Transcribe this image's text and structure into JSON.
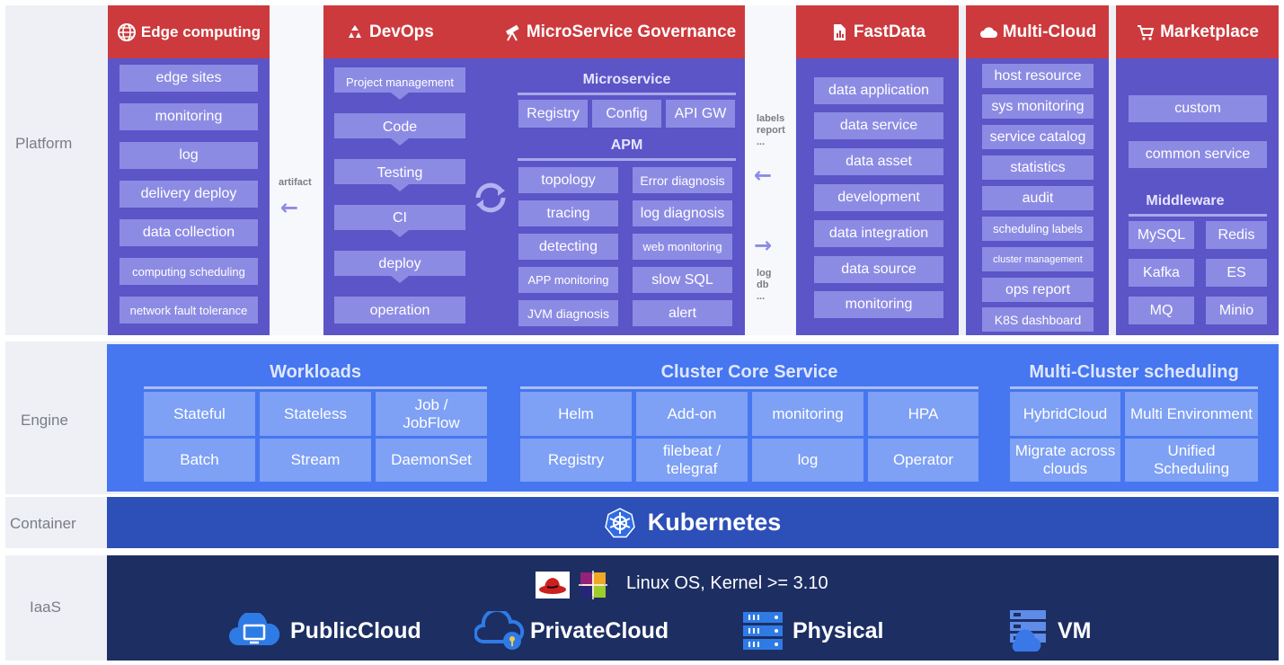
{
  "rows": {
    "platform": "Platform",
    "engine": "Engine",
    "container": "Container",
    "iaas": "IaaS"
  },
  "edge": {
    "title": "Edge computing",
    "items": [
      "edge sites",
      "monitoring",
      "log",
      "delivery deploy",
      "data collection",
      "computing scheduling",
      "network fault tolerance"
    ]
  },
  "artifact_label": "artifact",
  "devops": {
    "title": "DevOps",
    "steps": [
      "Project management",
      "Code",
      "Testing",
      "CI",
      "deploy",
      "operation"
    ]
  },
  "governance": {
    "title": "MicroService Governance",
    "microservice_title": "Microservice",
    "microservice_items": [
      "Registry",
      "Config",
      "API GW"
    ],
    "apm_title": "APM",
    "apm_left": [
      "topology",
      "tracing",
      "detecting",
      "APP monitoring",
      "JVM diagnosis"
    ],
    "apm_right": [
      "Error diagnosis",
      "log diagnosis",
      "web monitoring",
      "slow SQL",
      "alert"
    ]
  },
  "arrows": {
    "top": [
      "labels",
      "report",
      "..."
    ],
    "bottom": [
      "log",
      "db",
      "..."
    ]
  },
  "fastdata": {
    "title": "FastData",
    "items": [
      "data application",
      "data service",
      "data asset",
      "development",
      "data integration",
      "data source",
      "monitoring"
    ]
  },
  "multicloud": {
    "title": "Multi-Cloud",
    "items": [
      "host resource",
      "sys monitoring",
      "service catalog",
      "statistics",
      "audit",
      "scheduling labels",
      "cluster management",
      "ops report",
      "K8S dashboard"
    ]
  },
  "marketplace": {
    "title": "Marketplace",
    "items": [
      "custom",
      "common service"
    ],
    "middleware_title": "Middleware",
    "middleware": [
      "MySQL",
      "Redis",
      "Kafka",
      "ES",
      "MQ",
      "Minio"
    ]
  },
  "engine": {
    "workloads_title": "Workloads",
    "workloads": [
      "Stateful",
      "Stateless",
      "Job / JobFlow",
      "Batch",
      "Stream",
      "DaemonSet"
    ],
    "core_title": "Cluster Core Service",
    "core": [
      "Helm",
      "Add-on",
      "monitoring",
      "HPA",
      "Registry",
      "filebeat / telegraf",
      "log",
      "Operator"
    ],
    "multicluster_title": "Multi-Cluster scheduling",
    "multicluster": [
      "HybridCloud",
      "Multi Environment",
      "Migrate across clouds",
      "Unified Scheduling"
    ]
  },
  "container": {
    "label": "Kubernetes"
  },
  "iaas": {
    "os": "Linux OS, Kernel >= 3.10",
    "items": [
      "PublicCloud",
      "PrivateCloud",
      "Physical",
      "VM"
    ]
  },
  "colors": {
    "header_red": "#cc3a3d",
    "panel_purple": "#5b55c8",
    "box_purple": "#8c8be4",
    "engine_blue": "#4676f0",
    "engine_box": "#7ea0f5",
    "container_blue": "#2c4fb8",
    "iaas_navy": "#1d2e63"
  }
}
